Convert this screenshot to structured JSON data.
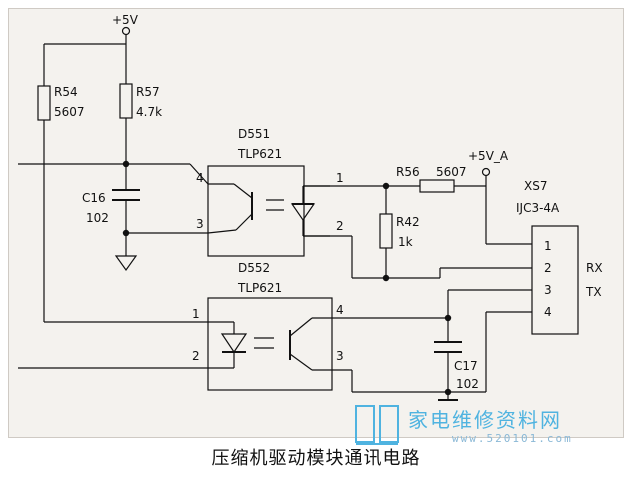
{
  "labels": {
    "vcc": "+5V",
    "r54_ref": "R54",
    "r54_val": "5607",
    "r57_ref": "R57",
    "r57_val": "4.7k",
    "d551_ref": "D551",
    "d551_part": "TLP621",
    "d552_ref": "D552",
    "d552_part": "TLP621",
    "c16_ref": "C16",
    "c16_val": "102",
    "r56_ref": "R56",
    "r56_val": "5607",
    "vcc_a": "+5V_A",
    "r42_ref": "R42",
    "r42_val": "1k",
    "xs7_ref": "XS7",
    "xs7_part": "IJC3-4A",
    "c17_ref": "C17",
    "c17_val": "102",
    "rx": "RX",
    "tx": "TX"
  },
  "pins": {
    "d551": [
      "4",
      "3",
      "1",
      "2"
    ],
    "d552": [
      "1",
      "2",
      "4",
      "3"
    ],
    "xs7": [
      "1",
      "2",
      "3",
      "4"
    ]
  },
  "caption": "压缩机驱动模块通讯电路",
  "watermark": {
    "text": "家电维修资料网",
    "url": "www.520101.com"
  },
  "colors": {
    "wire": "#111111",
    "background": "#f4f2ee",
    "watermark": "#4fb3e0"
  }
}
